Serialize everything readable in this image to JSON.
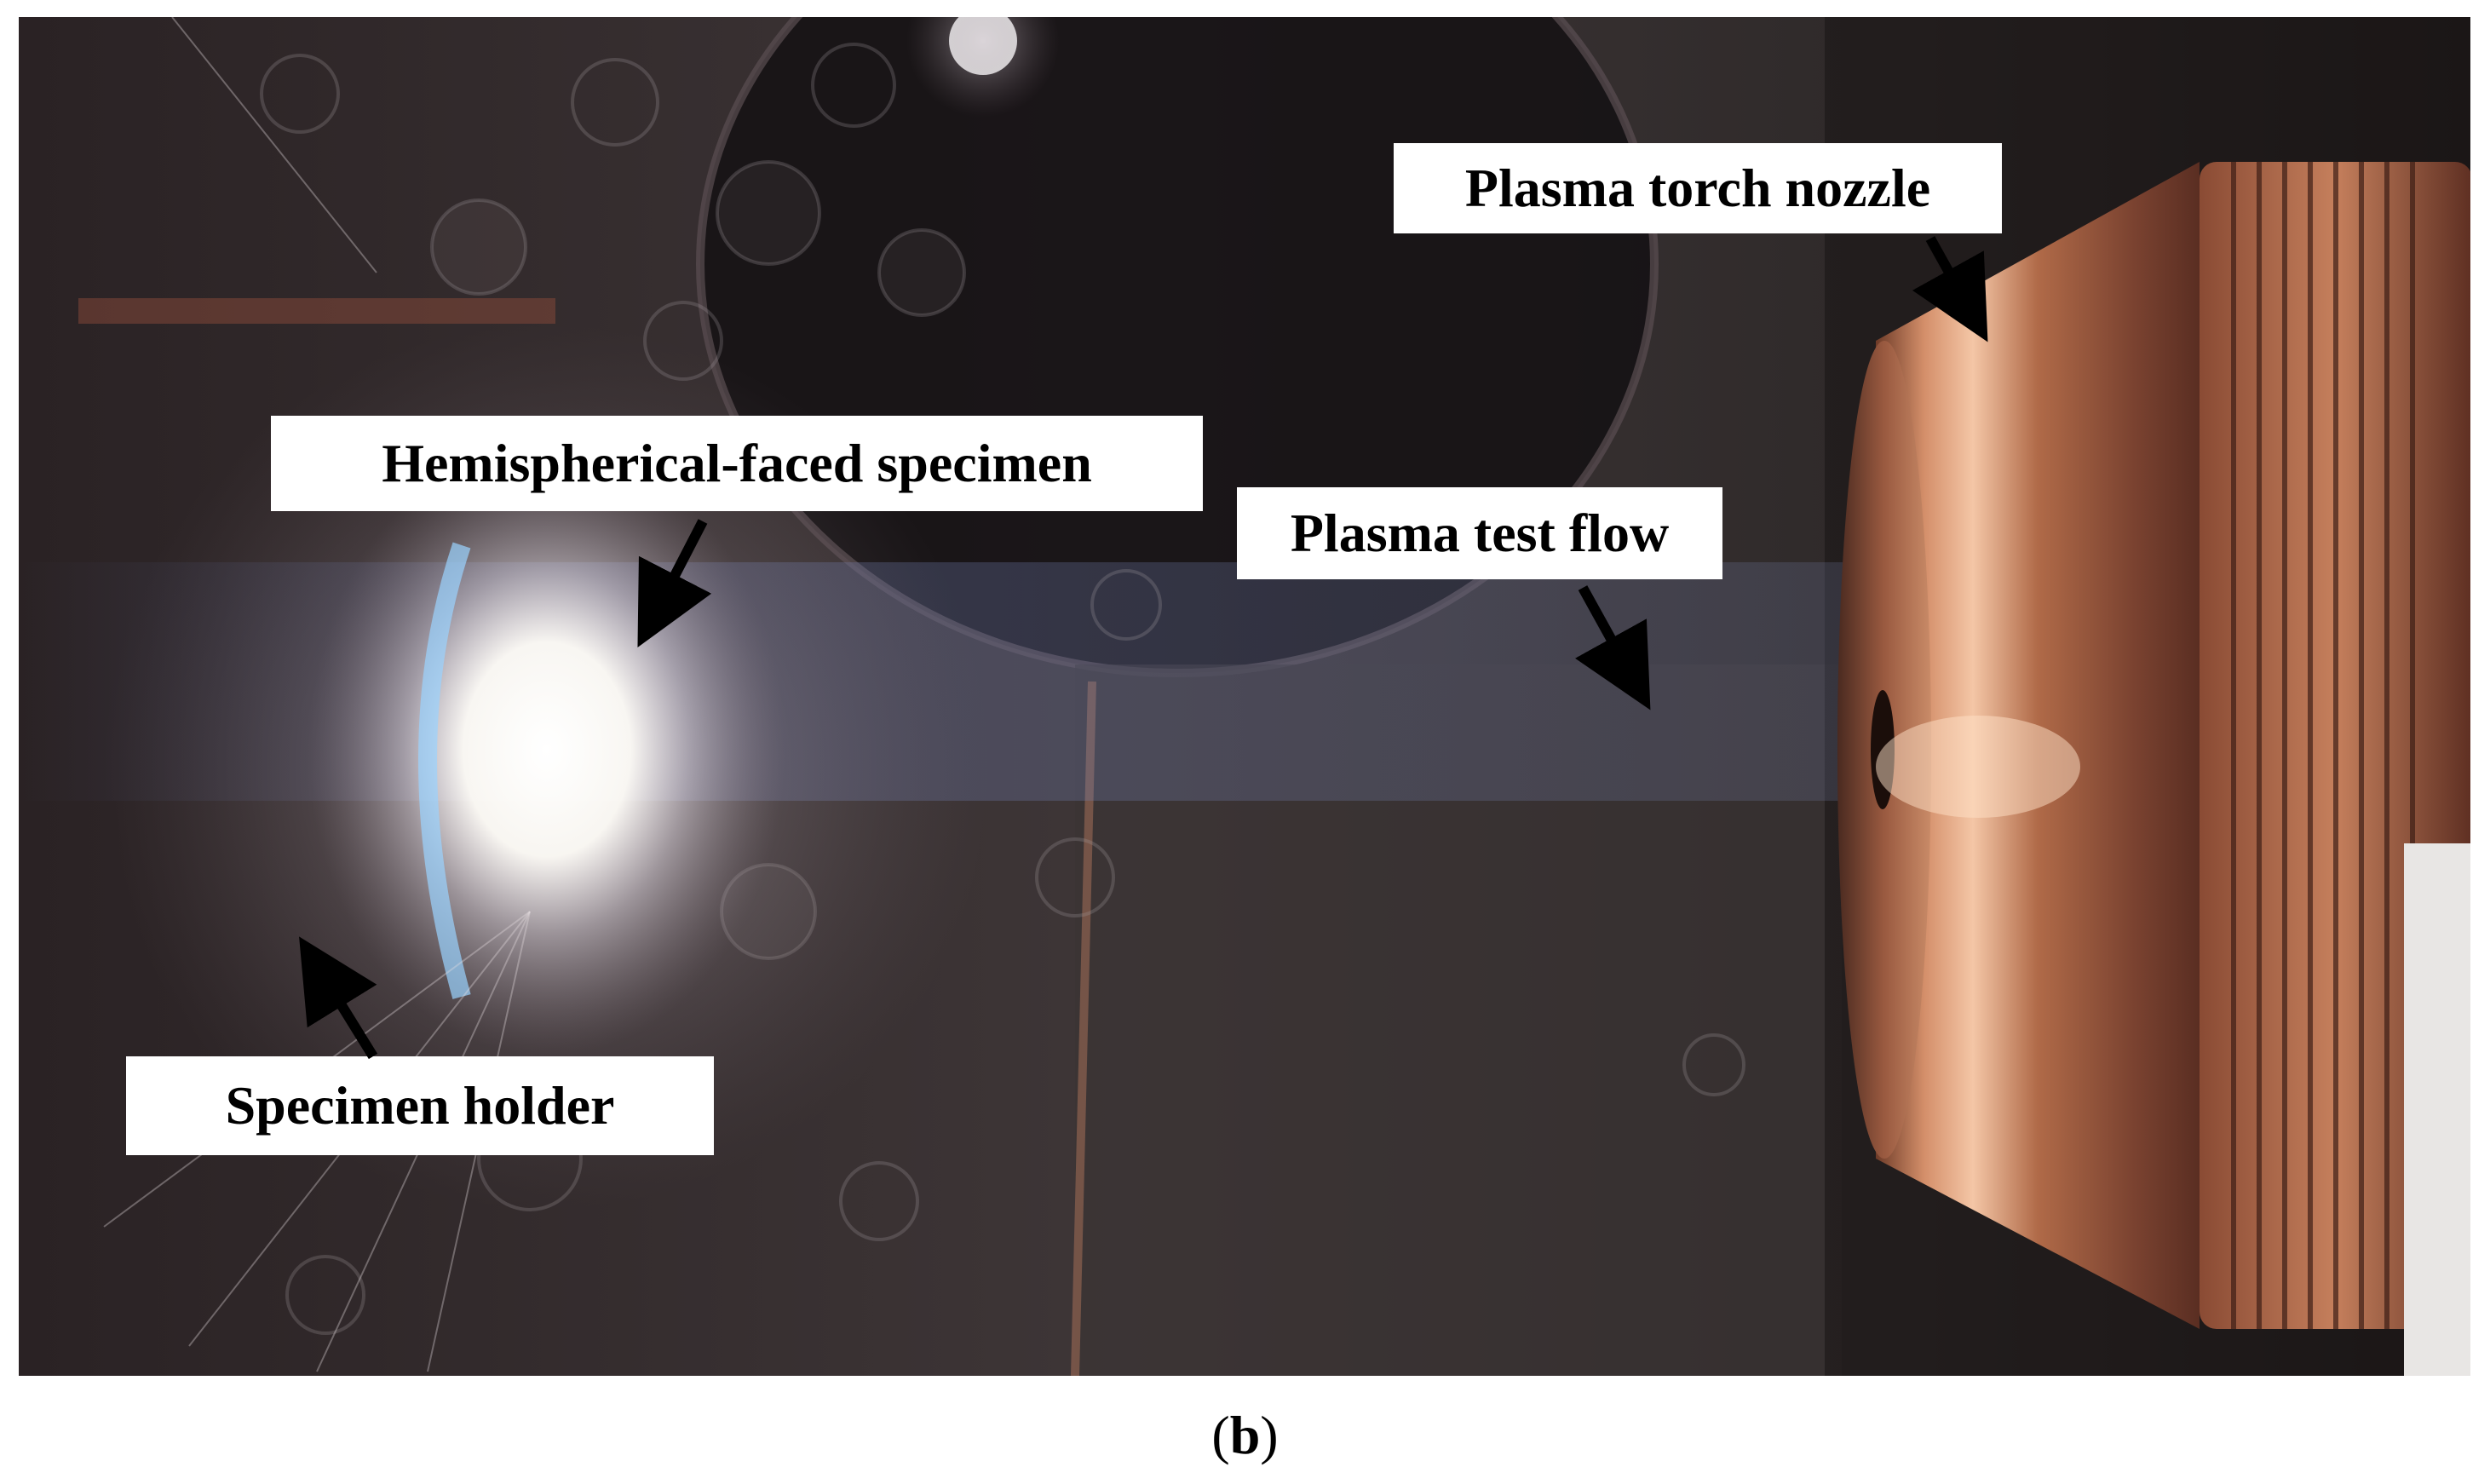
{
  "figure": {
    "labels": {
      "nozzle": "Plasma torch nozzle",
      "specimen": "Hemispherical-faced specimen",
      "flow": "Plasma test flow",
      "holder": "Specimen holder"
    },
    "caption": {
      "open": "(",
      "letter": "b",
      "close": ")"
    }
  }
}
